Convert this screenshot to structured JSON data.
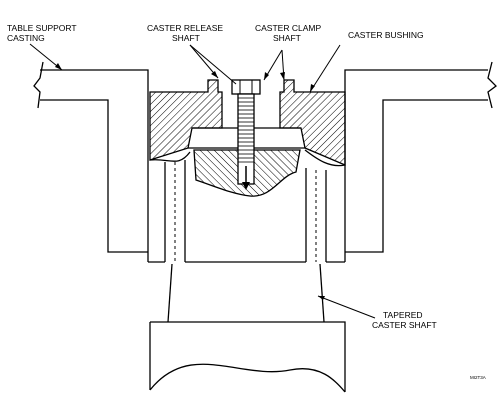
{
  "labels": {
    "table_support_casting": [
      "TABLE SUPPORT",
      "CASTING"
    ],
    "caster_release_shaft": [
      "CASTER RELEASE",
      "SHAFT"
    ],
    "caster_clamp_shaft": [
      "CASTER CLAMP",
      "SHAFT"
    ],
    "caster_bushing": [
      "CASTER BUSHING"
    ],
    "tapered_caster_shaft": [
      "TAPERED",
      "CASTER SHAFT"
    ],
    "figure_id": "MI2T3A"
  }
}
